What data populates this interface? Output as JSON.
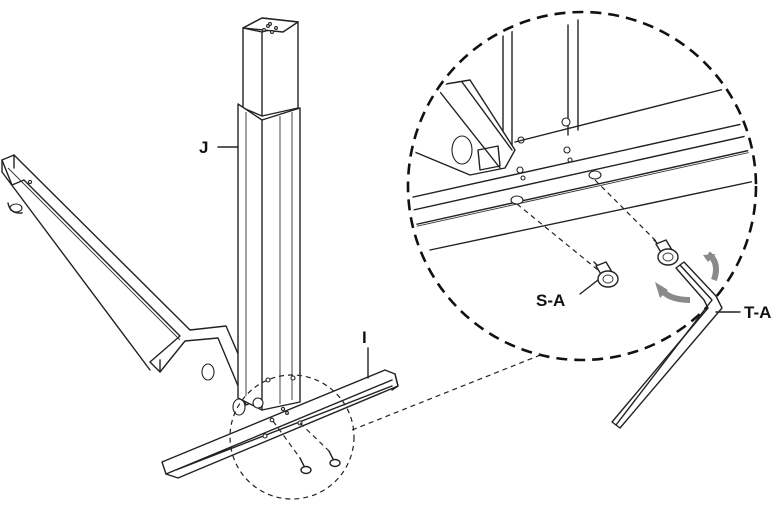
{
  "labels": {
    "column": "J",
    "foot": "I",
    "screw": "S-A",
    "tool": "T-A"
  },
  "colors": {
    "line": "#222222",
    "rotation_arrow": "#8a8a8a",
    "background": "#ffffff"
  }
}
